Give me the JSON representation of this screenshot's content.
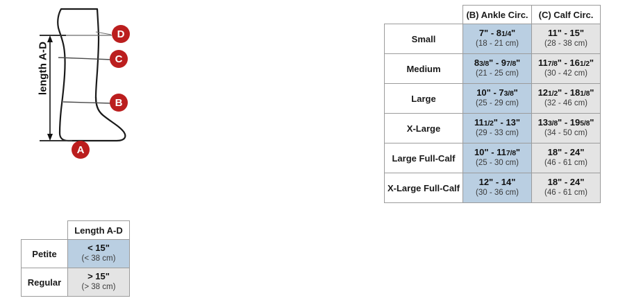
{
  "diagram": {
    "name": "leg-measurement-diagram",
    "length_label": "length A-D",
    "badge_colour": "#bb1e1e",
    "badges": [
      {
        "id": "A",
        "label": "A"
      },
      {
        "id": "B",
        "label": "B"
      },
      {
        "id": "C",
        "label": "C"
      },
      {
        "id": "D",
        "label": "D"
      }
    ]
  },
  "circ_table": {
    "name": "circumference-size-chart",
    "corner": "",
    "columns": [
      {
        "label": "(B) Ankle Circ.",
        "accent": "#bacfe2"
      },
      {
        "label": "(C) Calf Circ.",
        "accent": "#e4e4e4"
      }
    ],
    "rows": [
      {
        "size": "Small",
        "ankle_in": "7\" - 8",
        "ankle_in_frac": "1/4",
        "ankle_in_tail": "\"",
        "ankle_cm": "(18 - 21 cm)",
        "calf_in": "11\" - 15\"",
        "calf_in_frac": "",
        "calf_in_tail": "",
        "calf_cm": "(28 - 38 cm)"
      },
      {
        "size": "Medium",
        "ankle_in": "8",
        "ankle_in_frac": "3/8",
        "ankle_in_tail": "\" - 9",
        "ankle_in_frac2": "7/8",
        "ankle_in_tail2": "\"",
        "ankle_cm": "(21 - 25 cm)",
        "calf_in": "11",
        "calf_in_frac": "7/8",
        "calf_in_tail": "\" - 16",
        "calf_in_frac2": "1/2",
        "calf_in_tail2": "\"",
        "calf_cm": "(30 - 42 cm)"
      },
      {
        "size": "Large",
        "ankle_in": "10\" - 7",
        "ankle_in_frac": "3/8",
        "ankle_in_tail": "\"",
        "ankle_cm": "(25 - 29 cm)",
        "calf_in": "12",
        "calf_in_frac": "1/2",
        "calf_in_tail": "\" - 18",
        "calf_in_frac2": "1/8",
        "calf_in_tail2": "\"",
        "calf_cm": "(32 - 46 cm)"
      },
      {
        "size": "X-Large",
        "ankle_in": "11",
        "ankle_in_frac": "1/2",
        "ankle_in_tail": "\" - 13\"",
        "ankle_cm": "(29 - 33 cm)",
        "calf_in": "13",
        "calf_in_frac": "3/8",
        "calf_in_tail": "\" - 19",
        "calf_in_frac2": "5/8",
        "calf_in_tail2": "\"",
        "calf_cm": "(34 - 50 cm)"
      },
      {
        "size": "Large Full-Calf",
        "ankle_in": "10\" - 11",
        "ankle_in_frac": "7/8",
        "ankle_in_tail": "\"",
        "ankle_cm": "(25 - 30 cm)",
        "calf_in": "18\" - 24\"",
        "calf_in_frac": "",
        "calf_in_tail": "",
        "calf_cm": "(46 - 61 cm)"
      },
      {
        "size": "X-Large Full-Calf",
        "ankle_in": "12\" - 14\"",
        "ankle_in_frac": "",
        "ankle_in_tail": "",
        "ankle_cm": "(30 - 36 cm)",
        "calf_in": "18\" - 24\"",
        "calf_in_frac": "",
        "calf_in_tail": "",
        "calf_cm": "(46 - 61 cm)"
      }
    ]
  },
  "length_table": {
    "name": "length-size-chart",
    "corner": "",
    "column_label": "Length A-D",
    "rows": [
      {
        "size": "Petite",
        "value_in": "< 15\"",
        "value_cm": "(< 38 cm)",
        "accent": "#bacfe2"
      },
      {
        "size": "Regular",
        "value_in": "> 15\"",
        "value_cm": "(> 38 cm)",
        "accent": "#e4e4e4"
      }
    ]
  }
}
